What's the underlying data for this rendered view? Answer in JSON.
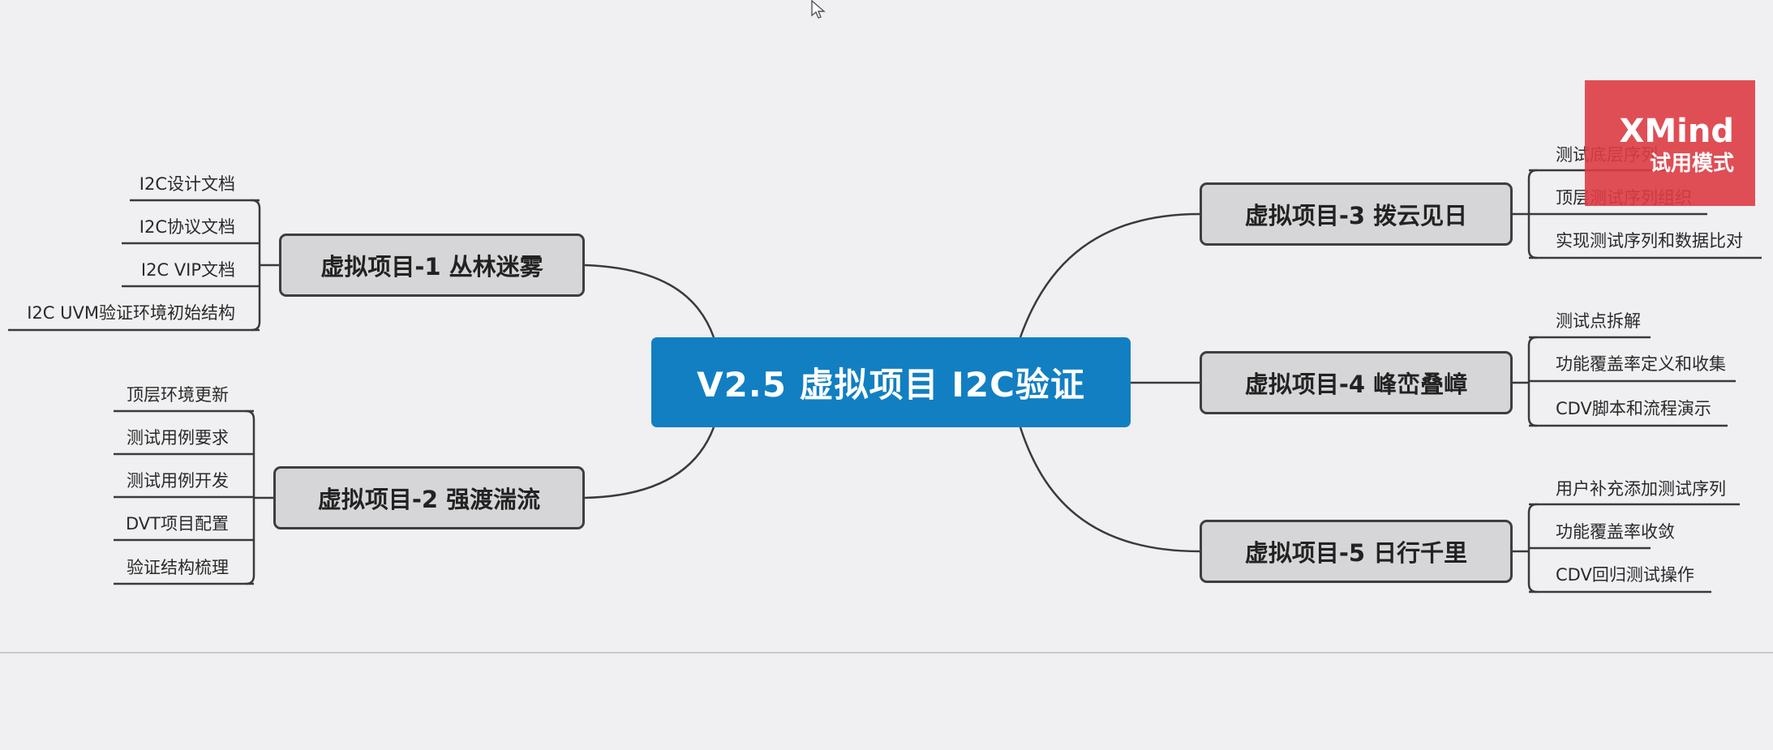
{
  "center": {
    "label": "V2.5 虚拟项目 I2C验证"
  },
  "branches": [
    {
      "label": "虚拟项目-1 丛林迷雾",
      "children": [
        "I2C设计文档",
        "I2C协议文档",
        "I2C VIP文档",
        "I2C UVM验证环境初始结构"
      ]
    },
    {
      "label": "虚拟项目-2 强渡湍流",
      "children": [
        "顶层环境更新",
        "测试用例要求",
        "测试用例开发",
        "DVT项目配置",
        "验证结构梳理"
      ]
    },
    {
      "label": "虚拟项目-3 拨云见日",
      "children": [
        "测试底层序列",
        "顶层测试序列组织",
        "实现测试序列和数据比对"
      ]
    },
    {
      "label": "虚拟项目-4 峰峦叠嶂",
      "children": [
        "测试点拆解",
        "功能覆盖率定义和收集",
        "CDV脚本和流程演示"
      ]
    },
    {
      "label": "虚拟项目-5 日行千里",
      "children": [
        "用户补充添加测试序列",
        "功能覆盖率收敛",
        "CDV回归测试操作"
      ]
    }
  ],
  "watermark": {
    "title": "XMind",
    "subtitle": "试用模式"
  },
  "colors": {
    "center": "#127fc2",
    "topic_fill": "#d6d6d8",
    "topic_border": "#3e3e40",
    "line": "#3a3a3c",
    "background": "#f0eff1",
    "watermark": "#dd3c44"
  },
  "icons": {
    "cursor": "mouse-pointer-icon"
  }
}
